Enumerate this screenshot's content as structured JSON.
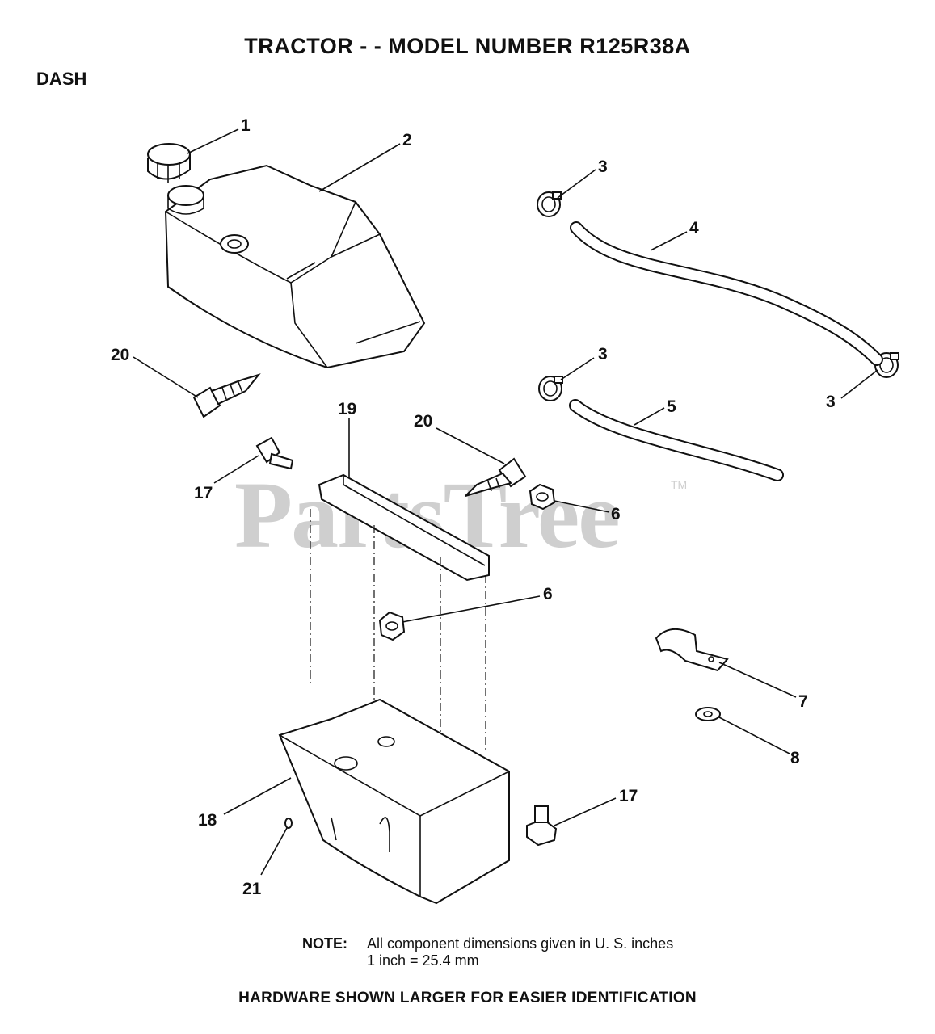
{
  "header": {
    "title": "TRACTOR - - MODEL NUMBER R125R38A",
    "section": "DASH"
  },
  "watermark": {
    "text": "PartsTree",
    "trademark": "TM"
  },
  "callouts": {
    "c1": "1",
    "c2": "2",
    "c3a": "3",
    "c3b": "3",
    "c3c": "3",
    "c4": "4",
    "c5": "5",
    "c6a": "6",
    "c6b": "6",
    "c7": "7",
    "c8": "8",
    "c17a": "17",
    "c17b": "17",
    "c18": "18",
    "c19": "19",
    "c20a": "20",
    "c20b": "20",
    "c21": "21"
  },
  "note": {
    "label": "NOTE:",
    "line1": "All component dimensions given in U. S. inches",
    "line2": "1 inch = 25.4 mm"
  },
  "footer": "HARDWARE SHOWN LARGER FOR EASIER IDENTIFICATION"
}
